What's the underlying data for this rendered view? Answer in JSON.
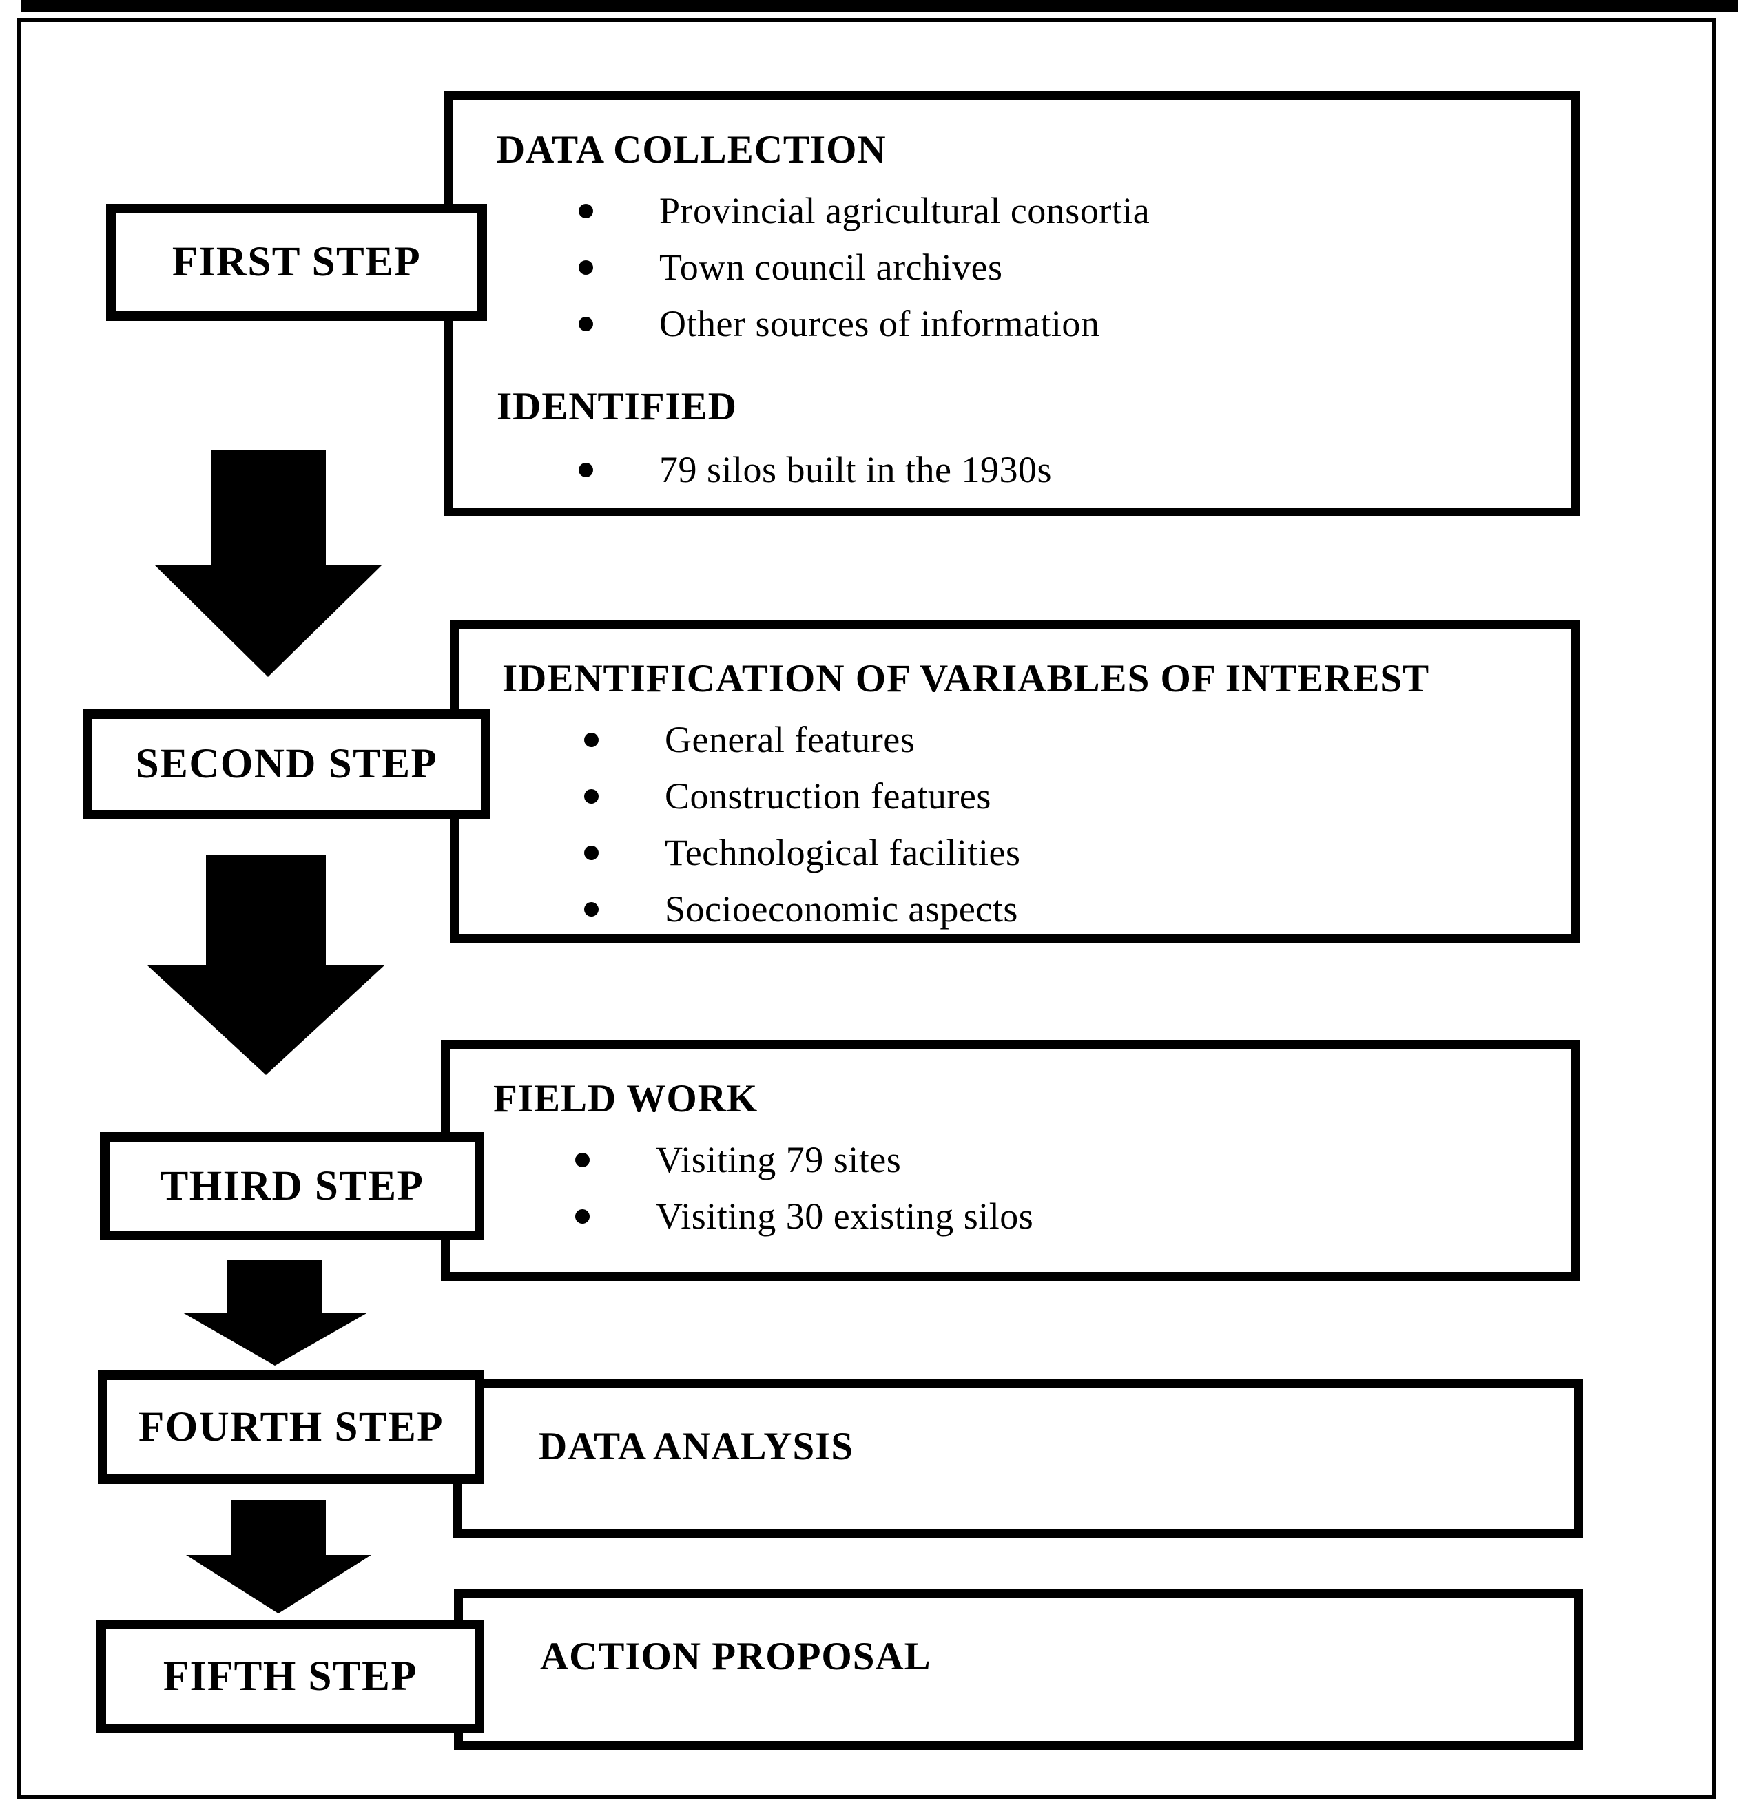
{
  "colors": {
    "ink": "#000000",
    "paper": "#ffffff"
  },
  "steps": [
    {
      "label": "FIRST STEP"
    },
    {
      "label": "SECOND STEP"
    },
    {
      "label": "THIRD STEP"
    },
    {
      "label": "FOURTH STEP"
    },
    {
      "label": "FIFTH STEP"
    }
  ],
  "panels": [
    {
      "title": "DATA COLLECTION",
      "bullets": [
        "Provincial agricultural consortia",
        "Town council archives",
        "Other sources of information"
      ],
      "subtitle": "IDENTIFIED",
      "subtitle_bullets": [
        "79 silos built in the 1930s"
      ]
    },
    {
      "title": "IDENTIFICATION OF VARIABLES OF INTEREST",
      "bullets": [
        "General features",
        "Construction features",
        "Technological facilities",
        "Socioeconomic aspects"
      ]
    },
    {
      "title": "FIELD WORK",
      "bullets": [
        "Visiting 79 sites",
        "Visiting 30 existing silos"
      ]
    },
    {
      "title": "DATA ANALYSIS",
      "bullets": []
    },
    {
      "title": "ACTION PROPOSAL",
      "bullets": []
    }
  ]
}
